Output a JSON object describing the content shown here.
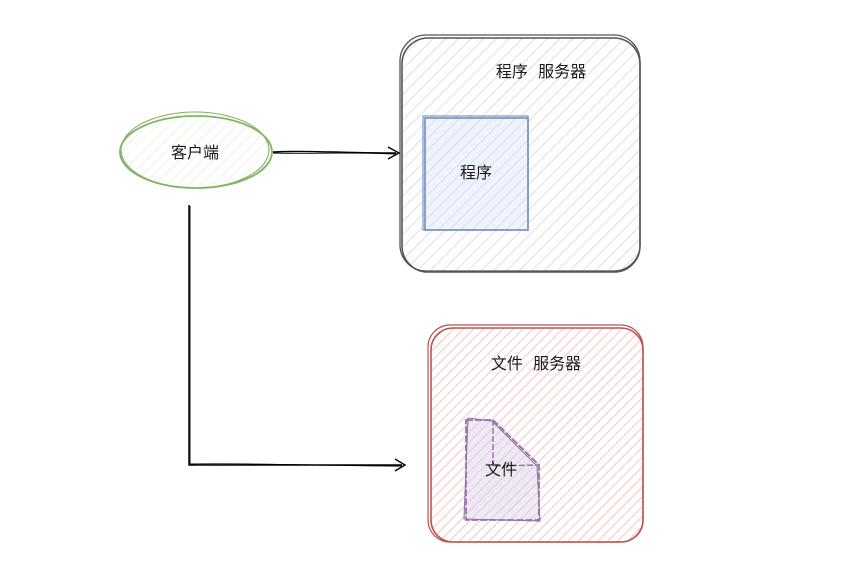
{
  "nodes": {
    "client": {
      "label": "客户端",
      "stroke": "#82b366",
      "fill": "#d5e8d4"
    },
    "program_server": {
      "label": "程序  服务器",
      "stroke": "#555555",
      "fill": "#e6e6e6"
    },
    "program": {
      "label": "程序",
      "stroke": "#6c8ebf",
      "fill": "#dae8fc"
    },
    "file_server": {
      "label": "文件  服务器",
      "stroke": "#b85450",
      "fill": "#f8cecc"
    },
    "file": {
      "label": "文件",
      "stroke": "#9673a6",
      "fill": "#e1d5e7"
    }
  },
  "edges": [
    {
      "from": "client",
      "to": "program_server"
    },
    {
      "from": "client",
      "to": "file_server"
    }
  ]
}
